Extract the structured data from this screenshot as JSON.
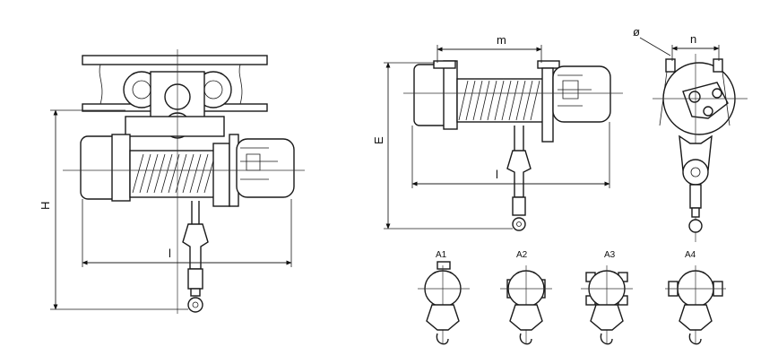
{
  "labels": {
    "H": "H",
    "l_left": "l",
    "m": "m",
    "E": "E",
    "l_right": "l",
    "phi": "ø",
    "n": "n"
  },
  "variants": [
    {
      "label": "A1"
    },
    {
      "label": "A2"
    },
    {
      "label": "A3"
    },
    {
      "label": "A4"
    }
  ]
}
